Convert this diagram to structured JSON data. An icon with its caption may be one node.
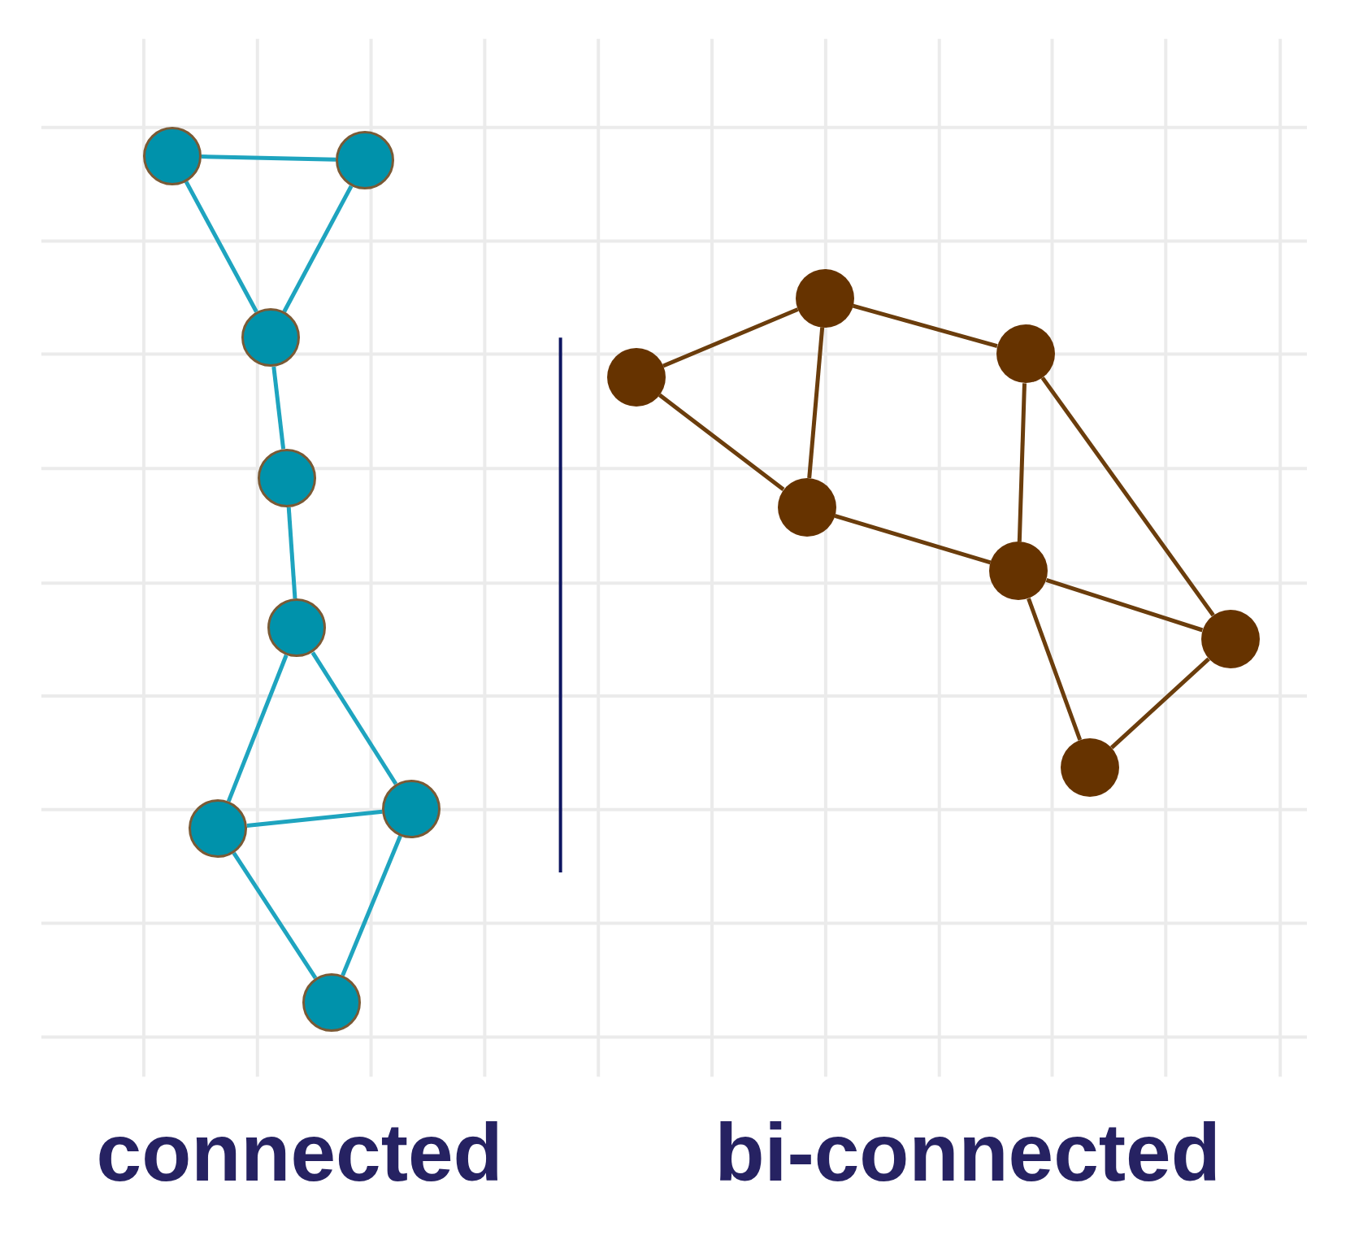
{
  "diagram": {
    "nodes": [
      {
        "text": [],
        "shape": "circle"
      },
      {
        "text": [],
        "shape": "circle"
      },
      {
        "text": [],
        "shape": "circle"
      },
      {
        "text": [],
        "shape": "circle"
      },
      {
        "text": [],
        "shape": "circle"
      },
      {
        "text": [],
        "shape": "circle"
      },
      {
        "text": [],
        "shape": "circle"
      },
      {
        "text": [],
        "shape": "circle"
      },
      {
        "text": [],
        "shape": "circle"
      },
      {
        "text": [],
        "shape": "circle"
      },
      {
        "text": [],
        "shape": "circle"
      },
      {
        "text": [],
        "shape": "circle"
      },
      {
        "text": [],
        "shape": "circle"
      },
      {
        "text": [],
        "shape": "circle"
      },
      {
        "text": [],
        "shape": "circle"
      }
    ],
    "edges": [
      {
        "from": 0,
        "to": 1,
        "arrow": "none",
        "color": "#1ea4bf"
      },
      {
        "from": 0,
        "to": 2,
        "arrow": "none",
        "color": "#1ea4bf"
      },
      {
        "from": 1,
        "to": 2,
        "arrow": "none",
        "color": "#1ea4bf"
      },
      {
        "from": 2,
        "to": 3,
        "arrow": "none",
        "color": "#1ea4bf"
      },
      {
        "from": 3,
        "to": 4,
        "arrow": "none",
        "color": "#1ea4bf"
      },
      {
        "from": 4,
        "to": 5,
        "arrow": "none",
        "color": "#1ea4bf"
      },
      {
        "from": 4,
        "to": 6,
        "arrow": "none",
        "color": "#1ea4bf"
      },
      {
        "from": 5,
        "to": 6,
        "arrow": "none",
        "color": "#1ea4bf"
      },
      {
        "from": 5,
        "to": 7,
        "arrow": "none",
        "color": "#1ea4bf"
      },
      {
        "from": 6,
        "to": 7,
        "arrow": "none",
        "color": "#1ea4bf"
      },
      {
        "from": 8,
        "to": 9,
        "arrow": "none",
        "color": "#6b3d0c"
      },
      {
        "from": 8,
        "to": 11,
        "arrow": "none",
        "color": "#6b3d0c"
      },
      {
        "from": 9,
        "to": 10,
        "arrow": "none",
        "color": "#6b3d0c"
      },
      {
        "from": 9,
        "to": 11,
        "arrow": "none",
        "color": "#6b3d0c"
      },
      {
        "from": 10,
        "to": 12,
        "arrow": "none",
        "color": "#6b3d0c"
      },
      {
        "from": 10,
        "to": 13,
        "arrow": "none",
        "color": "#6b3d0c"
      },
      {
        "from": 11,
        "to": 12,
        "arrow": "none",
        "color": "#6b3d0c"
      },
      {
        "from": 12,
        "to": 13,
        "arrow": "none",
        "color": "#6b3d0c"
      },
      {
        "from": 12,
        "to": 14,
        "arrow": "none",
        "color": "#6b3d0c"
      },
      {
        "from": 13,
        "to": 14,
        "arrow": "none",
        "color": "#6b3d0c"
      }
    ],
    "labels": [
      "connected",
      "bi-connected"
    ]
  }
}
